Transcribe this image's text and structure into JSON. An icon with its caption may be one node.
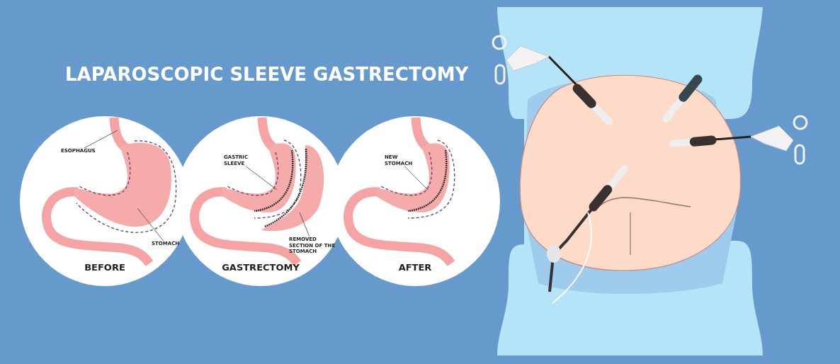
{
  "diagram": {
    "title": "LAPAROSCOPIC SLEEVE GASTRECTOMY",
    "nodes": [
      {
        "text": [
          "BEFORE"
        ]
      },
      {
        "text": [
          "ESOPHAGUS"
        ],
        "in": 0
      },
      {
        "text": [
          "STOMACH"
        ],
        "in": 0
      },
      {
        "text": [
          "GASTRECTOMY"
        ]
      },
      {
        "text": [
          "GASTRIC SLEEVE"
        ],
        "in": 3
      },
      {
        "text": [
          "REMOVED SECTION OF THE STOMACH"
        ],
        "in": 3
      },
      {
        "text": [
          "AFTER"
        ]
      },
      {
        "text": [
          "NEW STOMACH"
        ],
        "in": 6
      }
    ],
    "edges": [
      {
        "from": 1,
        "to": null,
        "arrow": "none"
      },
      {
        "from": 2,
        "to": null,
        "arrow": "none"
      },
      {
        "from": 4,
        "to": null,
        "arrow": "none"
      },
      {
        "from": 5,
        "to": null,
        "arrow": "none"
      },
      {
        "from": 7,
        "to": null,
        "arrow": "none"
      }
    ]
  }
}
